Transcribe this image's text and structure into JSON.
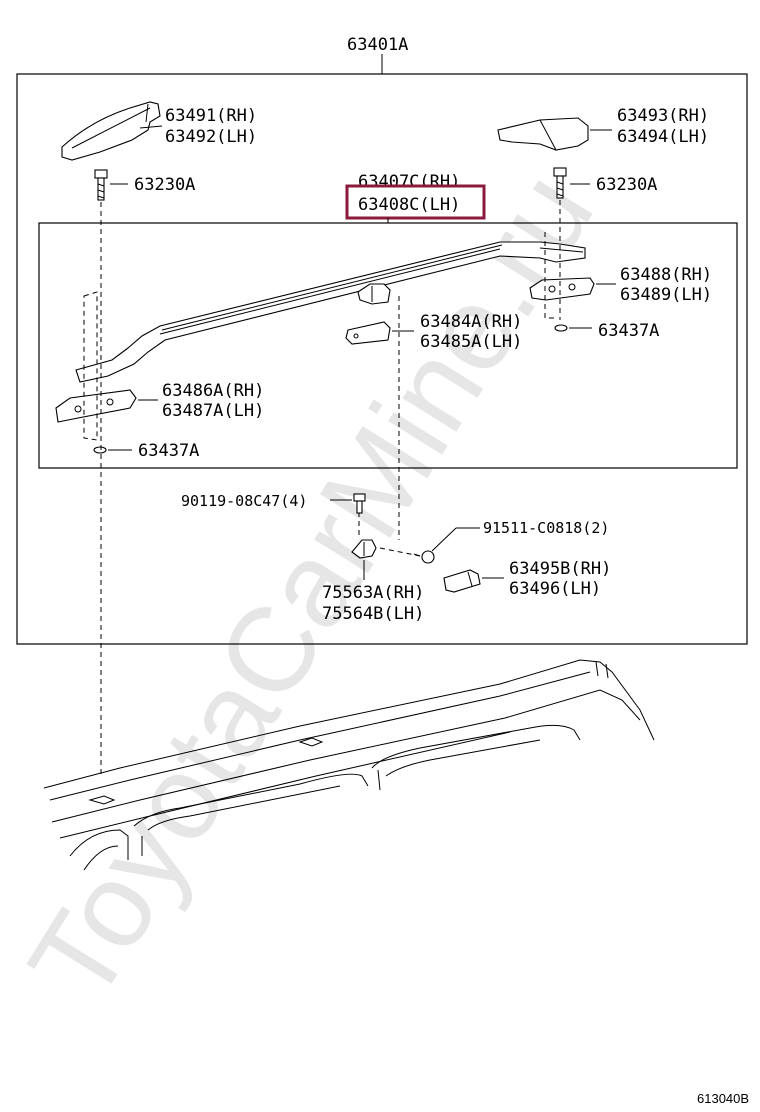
{
  "diagram": {
    "assembly_label": "63401A",
    "figure_number": "613040B",
    "watermark": "ToyotaCarMine.ru",
    "highlight_color": "#8b1a3c",
    "parts": {
      "end_cover_left_rh": "63491(RH)",
      "end_cover_left_lh": "63492(LH)",
      "end_cover_right_rh": "63493(RH)",
      "end_cover_right_lh": "63494(LH)",
      "bolt_left": "63230A",
      "bolt_right": "63230A",
      "rail_rh": "63407C(RH)",
      "rail_lh": "63408C(LH)",
      "support_rear_rh": "63488(RH)",
      "support_rear_lh": "63489(LH)",
      "center_cover_rh": "63484A(RH)",
      "center_cover_lh": "63485A(LH)",
      "gasket_right": "63437A",
      "support_front_rh": "63486A(RH)",
      "support_front_lh": "63487A(LH)",
      "gasket_left": "63437A",
      "screw": "90119-08C47(4)",
      "clip_screw": "91511-C0818(2)",
      "bracket_rh": "75563A(RH)",
      "bracket_lh": "75564B(LH)",
      "cap_rh": "63495B(RH)",
      "cap_lh": "63496(LH)"
    }
  }
}
